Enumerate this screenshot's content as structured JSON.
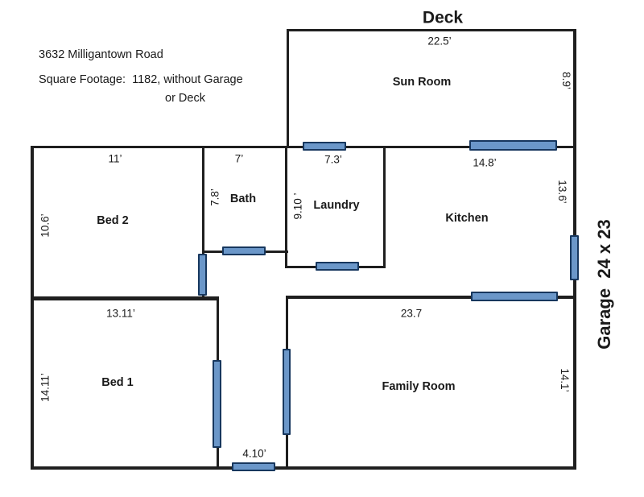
{
  "header": {
    "address": "3632 Milligantown Road",
    "square_footage": "Square Footage:  1182, without Garage",
    "square_footage_cont": "or Deck"
  },
  "exterior": {
    "deck_label": "Deck",
    "garage_label": "Garage  24 x 23"
  },
  "rooms": {
    "sun_room": {
      "name": "Sun Room",
      "width": "22.5’",
      "depth": "8.9’"
    },
    "bed2": {
      "name": "Bed 2",
      "width": "11’",
      "depth": "10.6’"
    },
    "bath": {
      "name": "Bath",
      "width": "7’",
      "depth": "7.8’"
    },
    "laundry": {
      "name": "Laundry",
      "width": "7.3’",
      "depth": "9.10 ’"
    },
    "kitchen": {
      "name": "Kitchen",
      "width": "14.8’",
      "depth": "13.6’"
    },
    "bed1": {
      "name": "Bed 1",
      "width": "13.11’",
      "depth": "14.11’"
    },
    "family_room": {
      "name": "Family Room",
      "width": "23.7",
      "depth": "14.1’"
    },
    "hallway": {
      "width": "4.10’"
    }
  },
  "colors": {
    "wall": "#1f1f1f",
    "window_fill": "#6b97c9",
    "window_border": "#17375e",
    "text": "#1a1a1a"
  }
}
